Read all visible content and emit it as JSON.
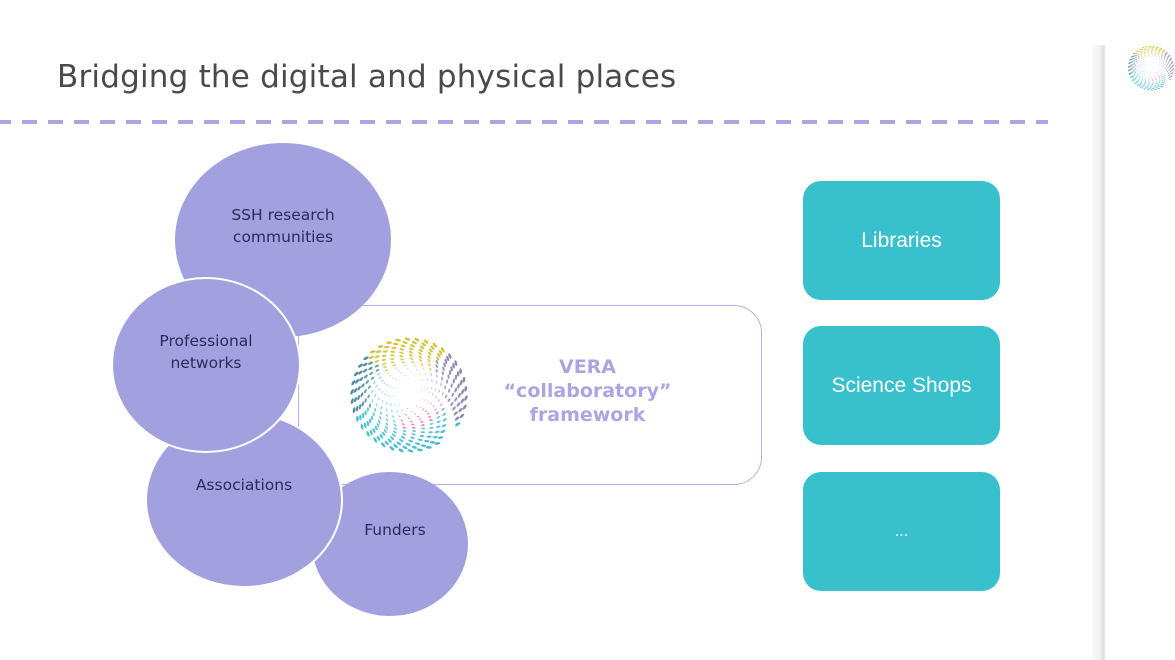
{
  "slide": {
    "title": "Bridging the digital and physical places"
  },
  "communities": [
    {
      "id": "ssh",
      "label": "SSH research communities",
      "lines": [
        "SSH research",
        "communities"
      ]
    },
    {
      "id": "professional",
      "label": "Professional networks",
      "lines": [
        "Professional",
        "networks"
      ]
    },
    {
      "id": "associations",
      "label": "Associations",
      "lines": [
        "Associations"
      ]
    },
    {
      "id": "funders",
      "label": "Funders",
      "lines": [
        "Funders"
      ]
    }
  ],
  "framework": {
    "lines": [
      "VERA",
      "“collaboratory”",
      "framework"
    ],
    "logo_icon": "vera-spiral-logo-icon"
  },
  "places": [
    {
      "label": "Libraries"
    },
    {
      "label": "Science Shops"
    },
    {
      "label": "..."
    }
  ],
  "colors": {
    "circle_fill": "#a3a0e0",
    "circle_text": "#2d2a5a",
    "accent_purple": "#a9a6e2",
    "tile_teal": "#38c0cc",
    "title_text": "#4a4a4a"
  }
}
